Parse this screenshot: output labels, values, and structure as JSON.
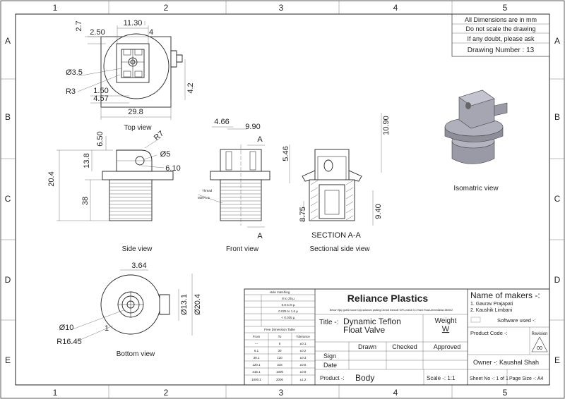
{
  "zones": {
    "columns": [
      "1",
      "2",
      "3",
      "4",
      "5"
    ],
    "rows": [
      "A",
      "B",
      "C",
      "D",
      "E"
    ]
  },
  "notes": [
    "All Dimensions are in mm",
    "Do not scale the drawing",
    "If any doubt, please ask"
  ],
  "drawing_number": "Drawing Number : 13",
  "views": {
    "top": "Top view",
    "side": "Side view",
    "front": "Front view",
    "sectional": "Sectional side view",
    "section_label": "SECTION A-A",
    "isometric": "Isomatric view",
    "bottom": "Bottom view",
    "section_mark": "A"
  },
  "dimensions": {
    "top": [
      "11.30",
      "2.7",
      "2.50",
      "4",
      "Ø3.5",
      "R3",
      "1.50",
      "4.57",
      "29.8",
      "4.2"
    ],
    "side": [
      "6.50",
      "R7",
      "Ø5",
      "6.10",
      "13.8",
      "38",
      "20.4"
    ],
    "front": [
      "4.66",
      "9.90"
    ],
    "thread_note": [
      "Thread",
      "M20*1.5"
    ],
    "section": [
      "10.90",
      "5.46",
      "8.75",
      "9.40"
    ],
    "bottom": [
      "3.64",
      "Ø10",
      "R16.45",
      "1",
      "Ø13.1",
      "Ø20.4"
    ]
  },
  "title_block": {
    "company": "Reliance Plastics",
    "address": "Below Vijay guest house,Opp.solanum parking,Old toll leanode GIPL,maruti 5,1 Hand Road,Ahmedabad,380002",
    "title_label": "Title -:",
    "title_line1": "Dynamic Teflon",
    "title_line2": "Float Valve",
    "weight_label": "Weight",
    "weight_value": "W",
    "makers_title": "Name of makers -:",
    "makers": [
      "1. Gaurav Prajapati",
      "2. Kaushik Limbani"
    ],
    "software": "Software used -:",
    "product_code": "Product Code -:",
    "revision_label": "Revision",
    "revision": "00",
    "owner": "Owner -: Kaushal Shah",
    "drawn": "Drawn",
    "checked": "Checked",
    "approved": "Approved",
    "sign": "Sign",
    "date": "Date",
    "product_label": "Product -:",
    "product_value": "Body",
    "scale": "Scale -: 1:1",
    "sheet": "Sheet No -: 1 of 1",
    "page_size": "Page Size -: A4"
  },
  "hole_table": {
    "title": "Hole matching",
    "rows": [
      "8 to 25 µ",
      "5.8 to 8 µ",
      "0.025 to 1.6 µ",
      "< 0.025 µ"
    ]
  },
  "tolerance_table": {
    "title": "Free Dimension Table",
    "headers": [
      "From",
      "To",
      "Tolerance"
    ],
    "rows": [
      [
        "---",
        "6",
        "±0.1"
      ],
      [
        "6.1",
        "30",
        "±0.2"
      ],
      [
        "30.1",
        "120",
        "±0.3"
      ],
      [
        "120.1",
        "315",
        "±0.5"
      ],
      [
        "315.1",
        "1000",
        "±0.8"
      ],
      [
        "1000.1",
        "2000",
        "±1.2"
      ]
    ]
  }
}
